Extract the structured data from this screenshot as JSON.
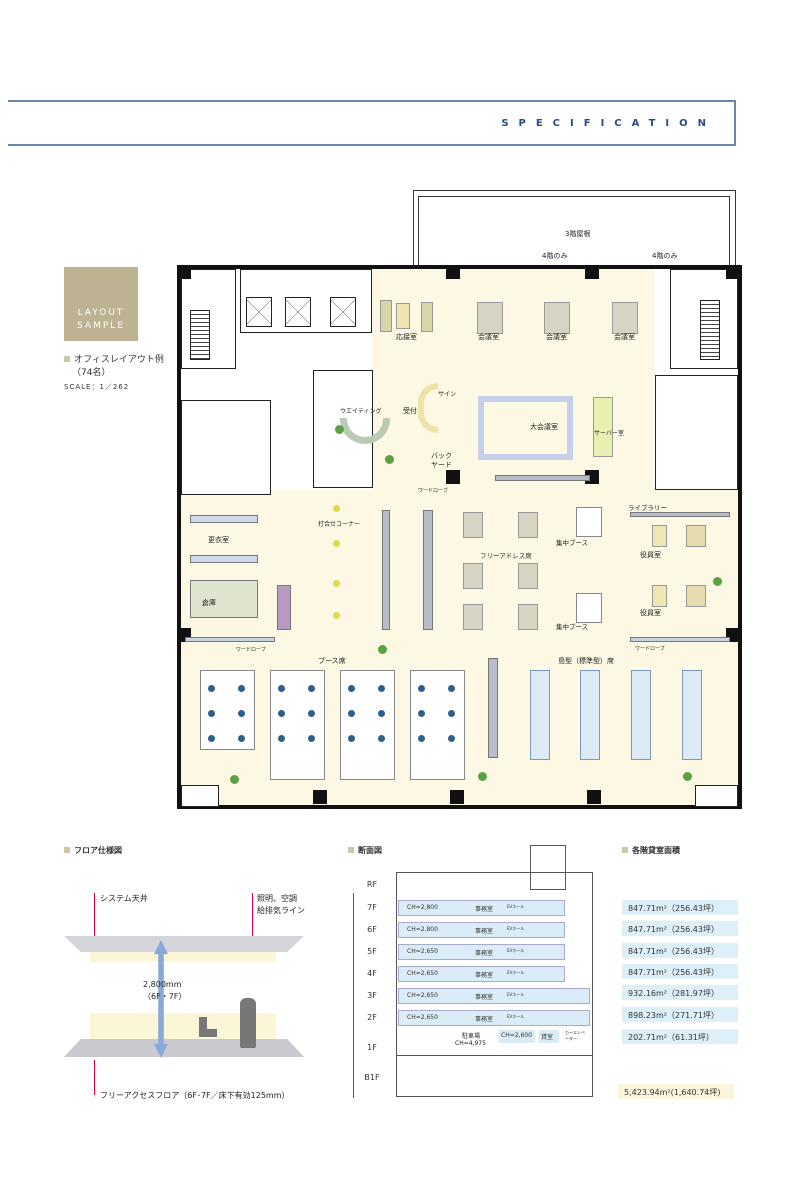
{
  "header": {
    "title": "SPECIFICATION"
  },
  "layout_sample": {
    "badge_line1": "LAYOUT",
    "badge_line2": "SAMPLE",
    "caption": "オフィスレイアウト例",
    "capacity": "（74名）",
    "scale": "SCALE：1／262"
  },
  "floor_plan": {
    "roof": "3階屋根",
    "fourth_only_1": "4階のみ",
    "fourth_only_2": "4階のみ",
    "reception_room": "応接室",
    "meeting_1": "会議室",
    "meeting_2": "会議室",
    "meeting_3": "会議室",
    "sign": "サイン",
    "reception": "受付",
    "waiting": "ウエイティング",
    "large_meeting": "大会議室",
    "server": "サーバー室",
    "backyard_1": "バック",
    "backyard_2": "ヤード",
    "wardrobe_1": "ワードローブ",
    "wardrobe_2": "ワードローブ",
    "wardrobe_3": "ワードローブ",
    "locker": "更衣室",
    "storage": "倉庫",
    "meeting_corner": "打合せコーナー",
    "free_address": "フリーアドレス席",
    "focus_booth_1": "集中ブース",
    "focus_booth_2": "集中ブース",
    "library": "ライブラリー",
    "executive_1": "役員室",
    "executive_2": "役員室",
    "booth_seats": "ブース席",
    "island_seats": "島型（標準型）席"
  },
  "floor_spec": {
    "title": "フロア仕様図",
    "ceiling": "システム天井",
    "lighting_1": "照明、空調",
    "lighting_2": "給排気ライン",
    "height_1": "2,800mm",
    "height_2": "（6F・7F）",
    "floor": "フリーアクセスフロア（6F･7F／床下有効125mm）"
  },
  "section": {
    "title": "断面図",
    "levels": [
      "RF",
      "7F",
      "6F",
      "5F",
      "4F",
      "3F",
      "2F",
      "1F",
      "B1F"
    ],
    "floors": [
      {
        "ch": "CH=2,800",
        "room": "事務室",
        "hall": "EVホール"
      },
      {
        "ch": "CH=2,800",
        "room": "事務室",
        "hall": "EVホール"
      },
      {
        "ch": "CH=2,650",
        "room": "事務室",
        "hall": "EVホール"
      },
      {
        "ch": "CH=2,650",
        "room": "事務室",
        "hall": "EVホール"
      },
      {
        "ch": "CH=2,650",
        "room": "事務室",
        "hall": "EVホール"
      },
      {
        "ch": "CH=2,650",
        "room": "事務室",
        "hall": "EVホール"
      }
    ],
    "ground": {
      "parking": "駐車場",
      "parking_ch": "CH=4,975",
      "ch": "CH=2,600",
      "room": "貸室",
      "car_elevator": "カーエレベーター"
    }
  },
  "areas": {
    "title": "各階貸室面積",
    "rows": [
      "847.71m²（256.43坪）",
      "847.71m²（256.43坪）",
      "847.71m²（256.43坪）",
      "847.71m²（256.43坪）",
      "932.16m²（281.97坪）",
      "898.23m²（271.71坪）",
      "202.71m²（61.31坪）"
    ],
    "total": "5,423.94m²(1,640.74坪)"
  }
}
